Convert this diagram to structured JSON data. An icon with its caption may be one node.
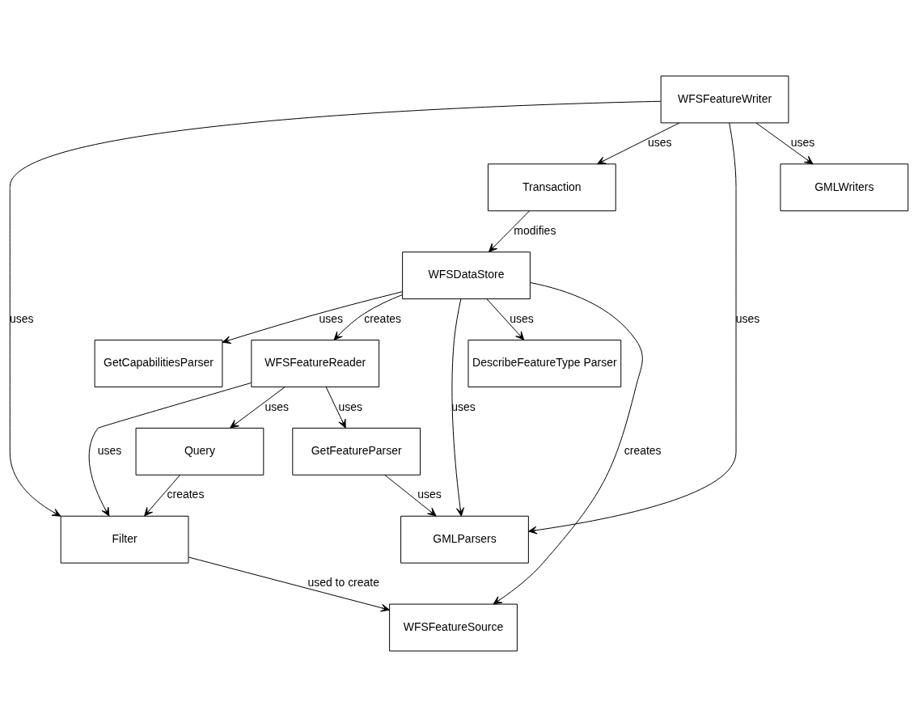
{
  "diagram": {
    "nodes": [
      {
        "text": [
          "GetCapabilitiesParser"
        ]
      },
      {
        "text": [
          "WFSFeatureSource"
        ]
      },
      {
        "text": [
          "DescribeFeatureType Parser"
        ]
      },
      {
        "text": [
          "WFSDataStore"
        ]
      },
      {
        "text": [
          "Filter"
        ]
      },
      {
        "text": [
          "GetFeatureParser"
        ]
      },
      {
        "text": [
          "WFSFeatureReader"
        ]
      },
      {
        "text": [
          "Query"
        ]
      },
      {
        "text": [
          "GMLParsers"
        ]
      },
      {
        "text": [
          "Transaction"
        ]
      },
      {
        "text": [
          "WFSFeatureWriter"
        ]
      },
      {
        "text": [
          "GMLWriters"
        ]
      }
    ],
    "edges": [
      {
        "from": 3,
        "to": 0,
        "arrow": "to",
        "label": "uses"
      },
      {
        "from": 3,
        "to": 1,
        "arrow": "to",
        "label": "creates"
      },
      {
        "from": 3,
        "to": 2,
        "arrow": "to",
        "label": "uses"
      },
      {
        "from": 3,
        "to": 8,
        "arrow": "to",
        "label": "uses"
      },
      {
        "from": 3,
        "to": 6,
        "arrow": "to",
        "label": "creates"
      },
      {
        "from": 6,
        "to": 5,
        "arrow": "to",
        "label": "uses"
      },
      {
        "from": 9,
        "to": 3,
        "arrow": "to",
        "label": "modifies"
      },
      {
        "from": 5,
        "to": 8,
        "arrow": "to",
        "label": "uses"
      },
      {
        "from": 6,
        "to": 4,
        "arrow": "to",
        "label": "uses"
      },
      {
        "from": 6,
        "to": 7,
        "arrow": "to",
        "label": "uses"
      },
      {
        "from": 7,
        "to": 4,
        "arrow": "to",
        "label": "creates"
      },
      {
        "from": 4,
        "to": 1,
        "arrow": "to",
        "label": "used to create"
      },
      {
        "from": 10,
        "to": 4,
        "arrow": "to",
        "label": "uses"
      },
      {
        "from": 10,
        "to": 9,
        "arrow": "to",
        "label": "uses"
      },
      {
        "from": 10,
        "to": 8,
        "arrow": "to",
        "label": "uses"
      },
      {
        "from": 10,
        "to": 11,
        "arrow": "to",
        "label": "uses"
      }
    ]
  }
}
